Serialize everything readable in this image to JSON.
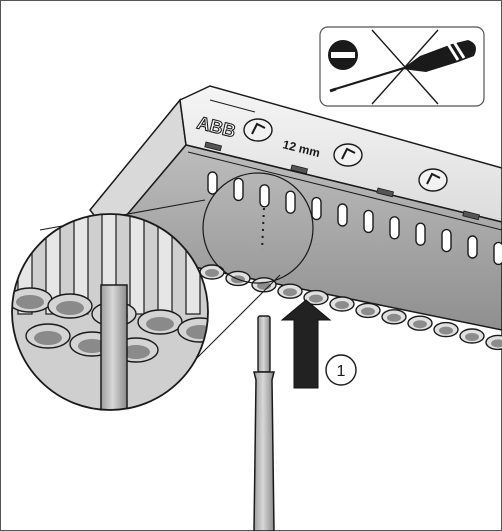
{
  "brand": "ABB",
  "strip_length": "12 mm",
  "step_number": "1",
  "icons": {
    "screwdriver_crossed": "crossed-out-screwdriver-icon",
    "insert_arrow": "insert-direction-arrow-icon",
    "magnifier": "magnified-detail-icon"
  },
  "colors": {
    "outline": "#1a1a1a",
    "body_light": "#ececec",
    "body_mid": "#cfcfcf",
    "body_dark": "#9a9a9a",
    "wire_gray": "#b5b5b5",
    "arrow": "#222222"
  }
}
